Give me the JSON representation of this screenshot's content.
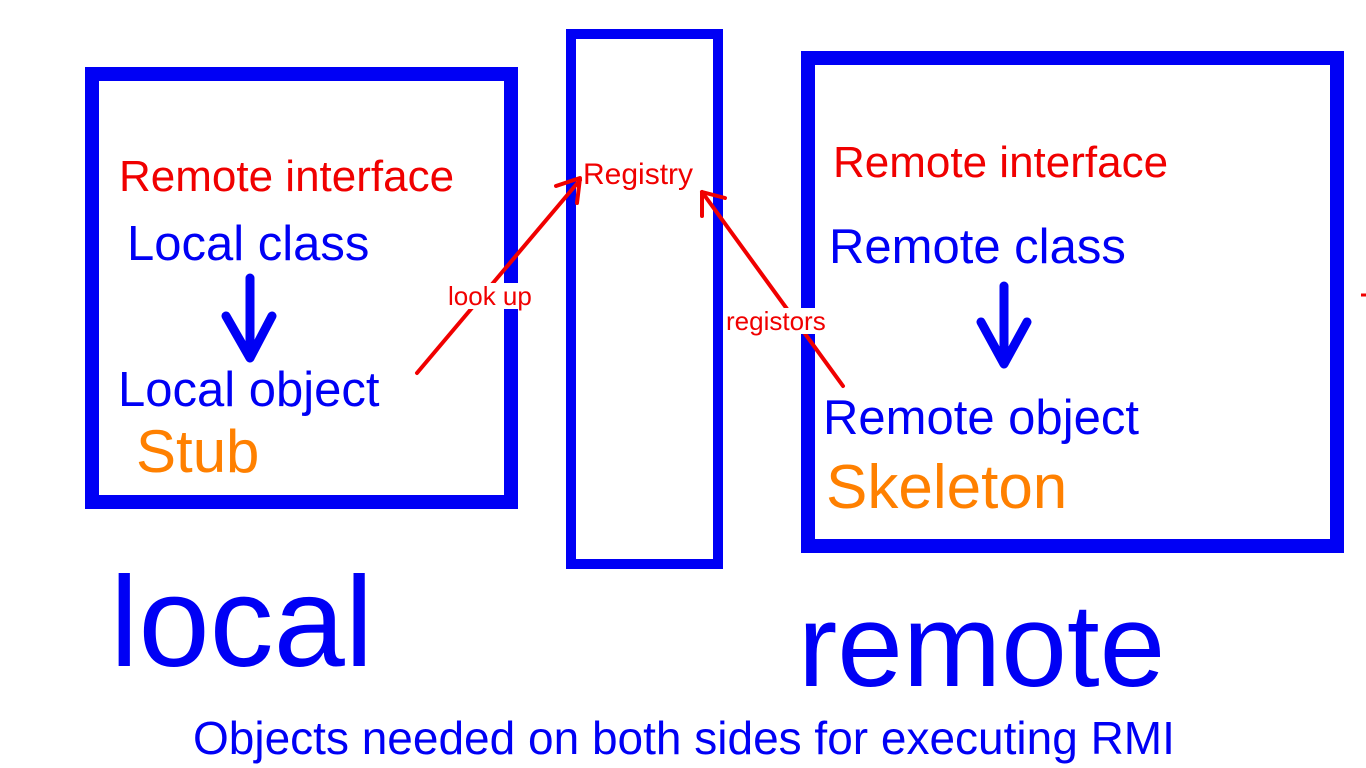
{
  "local_box": {
    "interface_label": "Remote interface",
    "class_label": "Local class",
    "object_label": "Local object",
    "stub_label": "Stub"
  },
  "registry_box": {
    "label": "Registry"
  },
  "remote_box": {
    "interface_label": "Remote interface",
    "class_label": "Remote class",
    "object_label": "Remote object",
    "skeleton_label": "Skeleton"
  },
  "connectors": {
    "lookup_label": "look up",
    "registers_label": "registors"
  },
  "side_labels": {
    "local": "local",
    "remote": "remote"
  },
  "caption": "Objects needed on both sides for executing RMI",
  "colors": {
    "box_border": "#0000f5",
    "interface_text": "#f00000",
    "class_text": "#0000f5",
    "stub_text": "#ff8000",
    "arrow_red": "#f00000",
    "arrow_blue": "#0000f5"
  }
}
